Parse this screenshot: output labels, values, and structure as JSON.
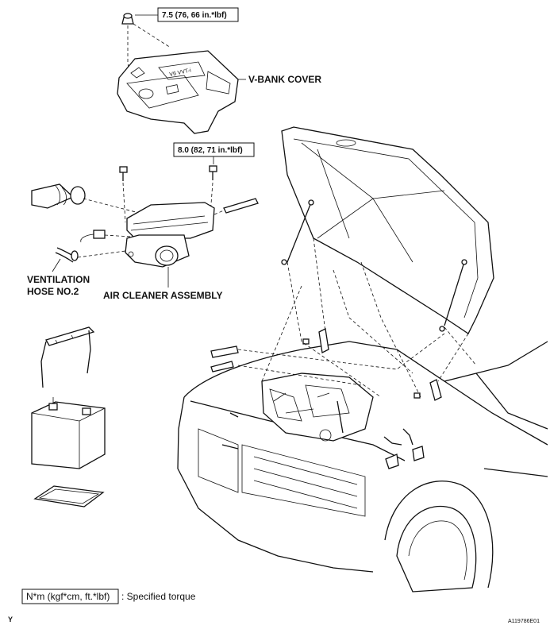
{
  "labels": {
    "v_bank_cover": "V-BANK COVER",
    "ventilation_hose_line1": "VENTILATION",
    "ventilation_hose_line2": "HOSE NO.2",
    "air_cleaner_assembly": "AIR CLEANER ASSEMBLY"
  },
  "torque": {
    "cover_nut": "7.5 (76, 66 in.*lbf)",
    "air_cleaner_bolt": "8.0 (82, 71 in.*lbf)"
  },
  "legend": {
    "box_text": "N*m (kgf*cm, ft.*lbf)",
    "description": ": Specified torque"
  },
  "footer": {
    "corner_mark": "Y",
    "figure_id": "A119786E01"
  }
}
